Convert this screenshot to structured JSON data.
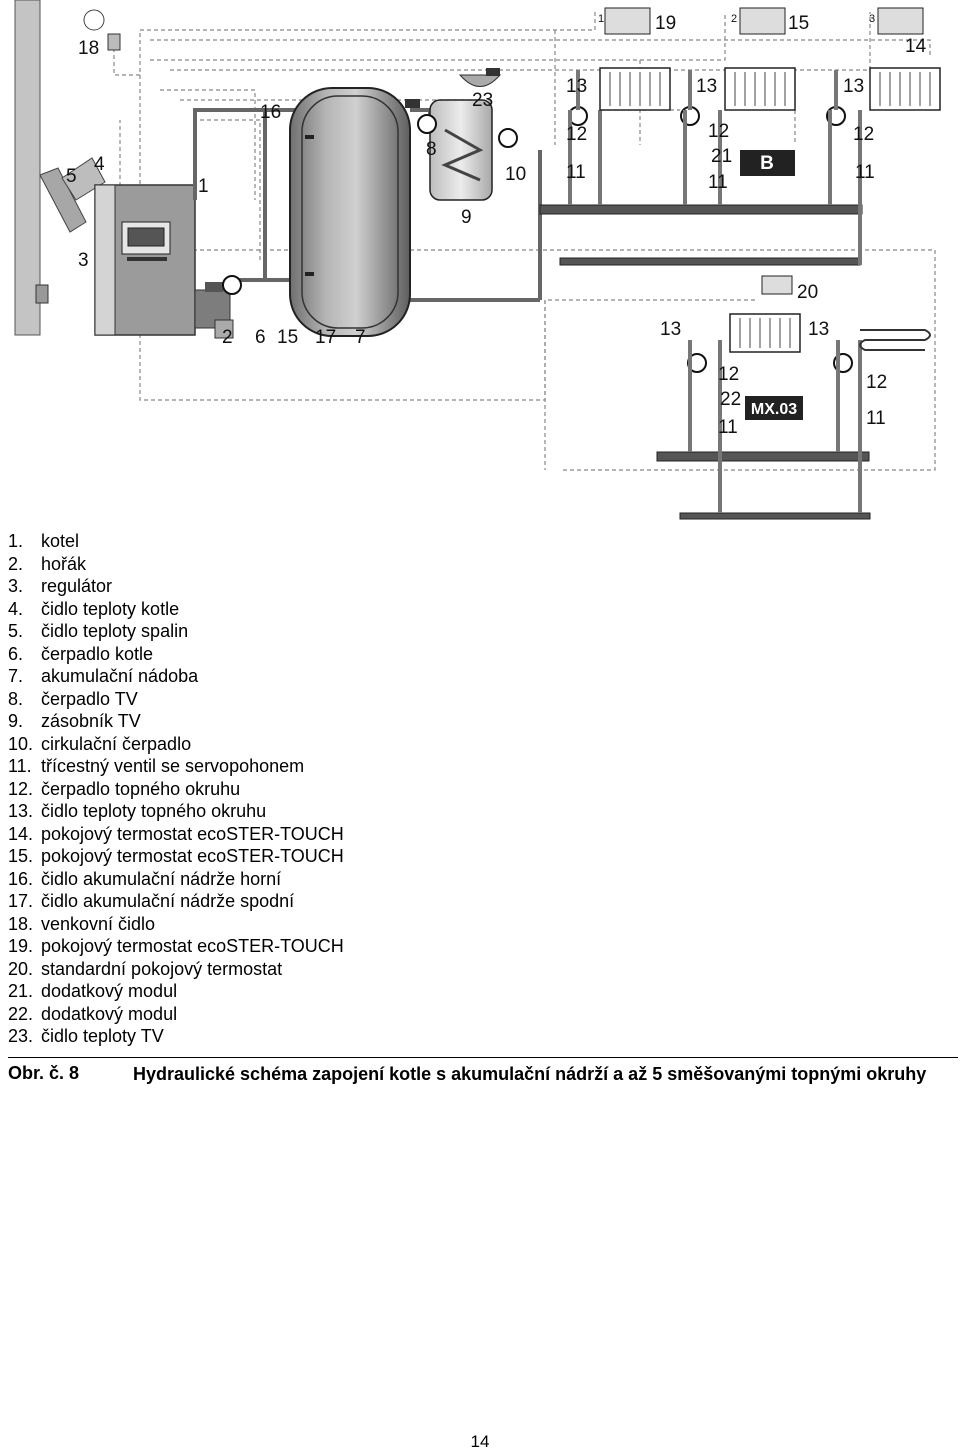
{
  "diagram": {
    "callouts": [
      "1",
      "2",
      "3",
      "4",
      "5",
      "6",
      "7",
      "8",
      "9",
      "10",
      "11",
      "12",
      "13",
      "14",
      "15",
      "16",
      "17",
      "18",
      "19",
      "20",
      "21",
      "22",
      "23"
    ],
    "thermostat_marks": [
      "1",
      "2",
      "3"
    ],
    "module_b_label": "B",
    "module_mx_label": "MX.03"
  },
  "legend": [
    {
      "num": "1.",
      "text": "kotel"
    },
    {
      "num": "2.",
      "text": "hořák"
    },
    {
      "num": "3.",
      "text": "regulátor"
    },
    {
      "num": "4.",
      "text": "čidlo teploty kotle"
    },
    {
      "num": "5.",
      "text": "čidlo teploty spalin"
    },
    {
      "num": "6.",
      "text": "čerpadlo kotle"
    },
    {
      "num": "7.",
      "text": "akumulační nádoba"
    },
    {
      "num": "8.",
      "text": "čerpadlo TV"
    },
    {
      "num": "9.",
      "text": "zásobník TV"
    },
    {
      "num": "10.",
      "text": "cirkulační čerpadlo"
    },
    {
      "num": "11.",
      "text": "třícestný ventil se servopohonem"
    },
    {
      "num": "12.",
      "text": "čerpadlo topného okruhu"
    },
    {
      "num": "13.",
      "text": "čidlo teploty topného okruhu"
    },
    {
      "num": "14.",
      "text": "pokojový termostat ecoSTER-TOUCH"
    },
    {
      "num": "15.",
      "text": "pokojový termostat ecoSTER-TOUCH"
    },
    {
      "num": "16.",
      "text": "čidlo akumulační nádrže horní"
    },
    {
      "num": "17.",
      "text": "čidlo akumulační nádrže spodní"
    },
    {
      "num": "18.",
      "text": "venkovní čidlo"
    },
    {
      "num": "19.",
      "text": "pokojový termostat ecoSTER-TOUCH"
    },
    {
      "num": "20.",
      "text": "standardní pokojový termostat"
    },
    {
      "num": "21.",
      "text": "dodatkový modul"
    },
    {
      "num": "22.",
      "text": "dodatkový modul"
    },
    {
      "num": "23.",
      "text": "čidlo teploty TV"
    }
  ],
  "caption": {
    "label": "Obr. č. 8",
    "text": "Hydraulické schéma zapojení kotle s akumulační nádrží a až 5 směšovanými topnými okruhy"
  },
  "page_number": "14"
}
